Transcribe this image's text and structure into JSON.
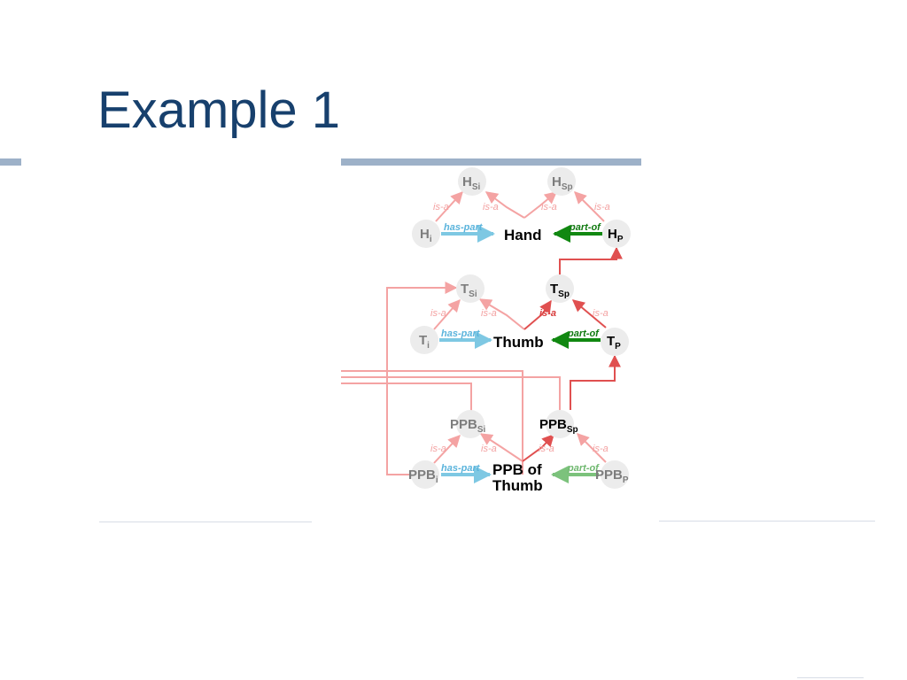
{
  "slide": {
    "title": "Example 1"
  },
  "colors": {
    "title": "#17406d",
    "rule": "#9db1c8",
    "is_a_faint": "#f4a3a3",
    "is_a_strong": "#e05050",
    "has_part": "#7ec8e3",
    "part_of": "#118811",
    "part_of_light": "#7cc27c"
  },
  "diagram": {
    "nodes": {
      "h_si": {
        "main": "H",
        "sub": "Si"
      },
      "h_sp": {
        "main": "H",
        "sub": "Sp"
      },
      "h_i": {
        "main": "H",
        "sub": "i"
      },
      "h_p": {
        "main": "H",
        "sub": "P"
      },
      "t_si": {
        "main": "T",
        "sub": "Si"
      },
      "t_sp": {
        "main": "T",
        "sub": "Sp"
      },
      "t_i": {
        "main": "T",
        "sub": "i"
      },
      "t_p": {
        "main": "T",
        "sub": "P"
      },
      "ppb_si": {
        "main": "PPB",
        "sub": "Si"
      },
      "ppb_sp": {
        "main": "PPB",
        "sub": "Sp"
      },
      "ppb_i": {
        "main": "PPB",
        "sub": "i"
      },
      "ppb_p": {
        "main": "PPB",
        "sub": "P"
      }
    },
    "centers": {
      "hand": "Hand",
      "thumb": "Thumb",
      "ppb_line1": "PPB of",
      "ppb_line2": "Thumb"
    },
    "relations": {
      "is_a": "is-a",
      "has_part": "has-part",
      "part_of": "part-of"
    }
  }
}
